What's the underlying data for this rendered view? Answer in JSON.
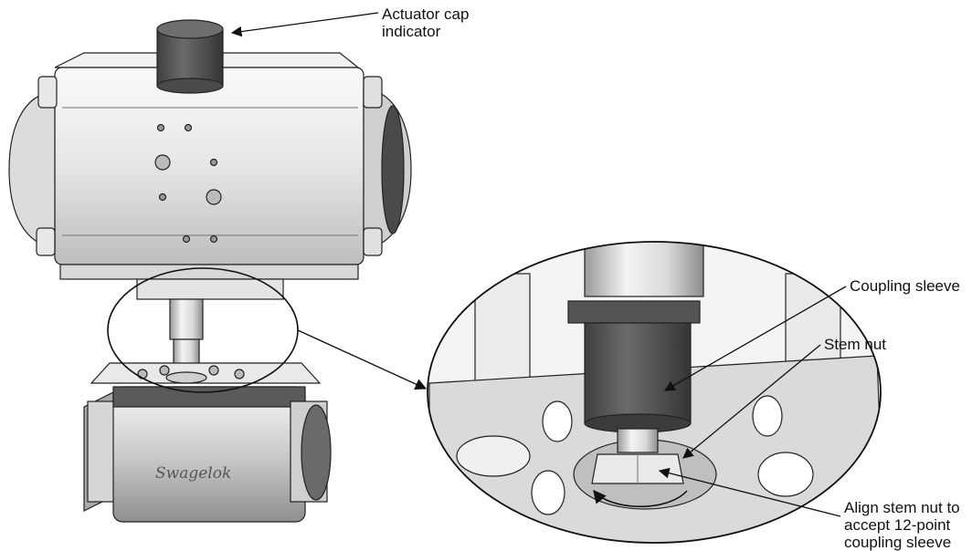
{
  "callouts": {
    "actuator_cap": "Actuator cap\nindicator",
    "coupling_sleeve": "Coupling sleeve",
    "stem_nut": "Stem nut",
    "align_instruction": "Align stem nut to\naccept 12-point\ncoupling sleeve"
  },
  "valve_brand": "Swagelok",
  "colors": {
    "metal_light": "#f2f2f2",
    "metal_mid": "#c9c9c9",
    "metal_dark": "#8a8a8a",
    "cap_dark": "#5e5e5e",
    "line": "#222222"
  }
}
